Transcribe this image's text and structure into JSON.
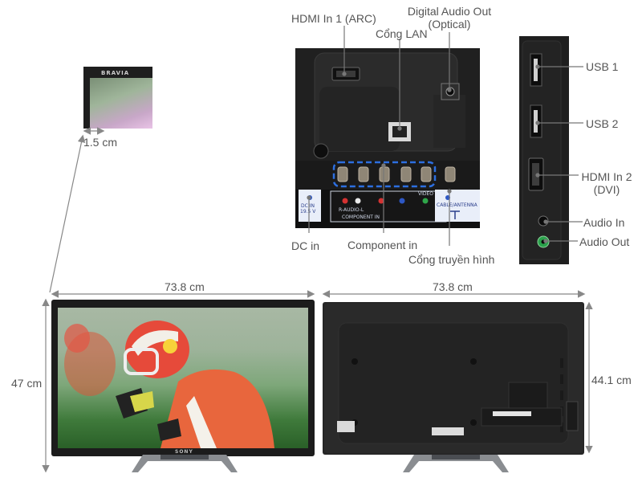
{
  "labels": {
    "hdmi_in_1": "HDMI In 1 (ARC)",
    "lan_port": "Cổng LAN",
    "digital_audio_out_line1": "Digital Audio Out",
    "digital_audio_out_line2": "(Optical)",
    "usb_1": "USB 1",
    "usb_2": "USB 2",
    "hdmi_in_2_line1": "HDMI In 2",
    "hdmi_in_2_line2": "(DVI)",
    "audio_in": "Audio In",
    "audio_out": "Audio Out",
    "dc_in": "DC in",
    "component_in": "Component in",
    "antenna_port": "Cổng truyền hình"
  },
  "dimensions": {
    "bezel": "1.5 cm",
    "front_width": "73.8 cm",
    "back_width": "73.8 cm",
    "front_height": "47 cm",
    "back_height": "44.1 cm"
  },
  "panel_text": {
    "bravia": "BRAVIA",
    "sony": "SONY",
    "dc_in": "DC IN",
    "dc_volt": "19.5 V",
    "component": "COMPONENT IN",
    "audio": "R-AUDIO-L",
    "video": "VIDEO",
    "cable": "CABLE/ANTENNA"
  },
  "colors": {
    "highlight": "#2d6fe0",
    "arrow": "#888888",
    "tv_body": "#1c1c1c"
  }
}
